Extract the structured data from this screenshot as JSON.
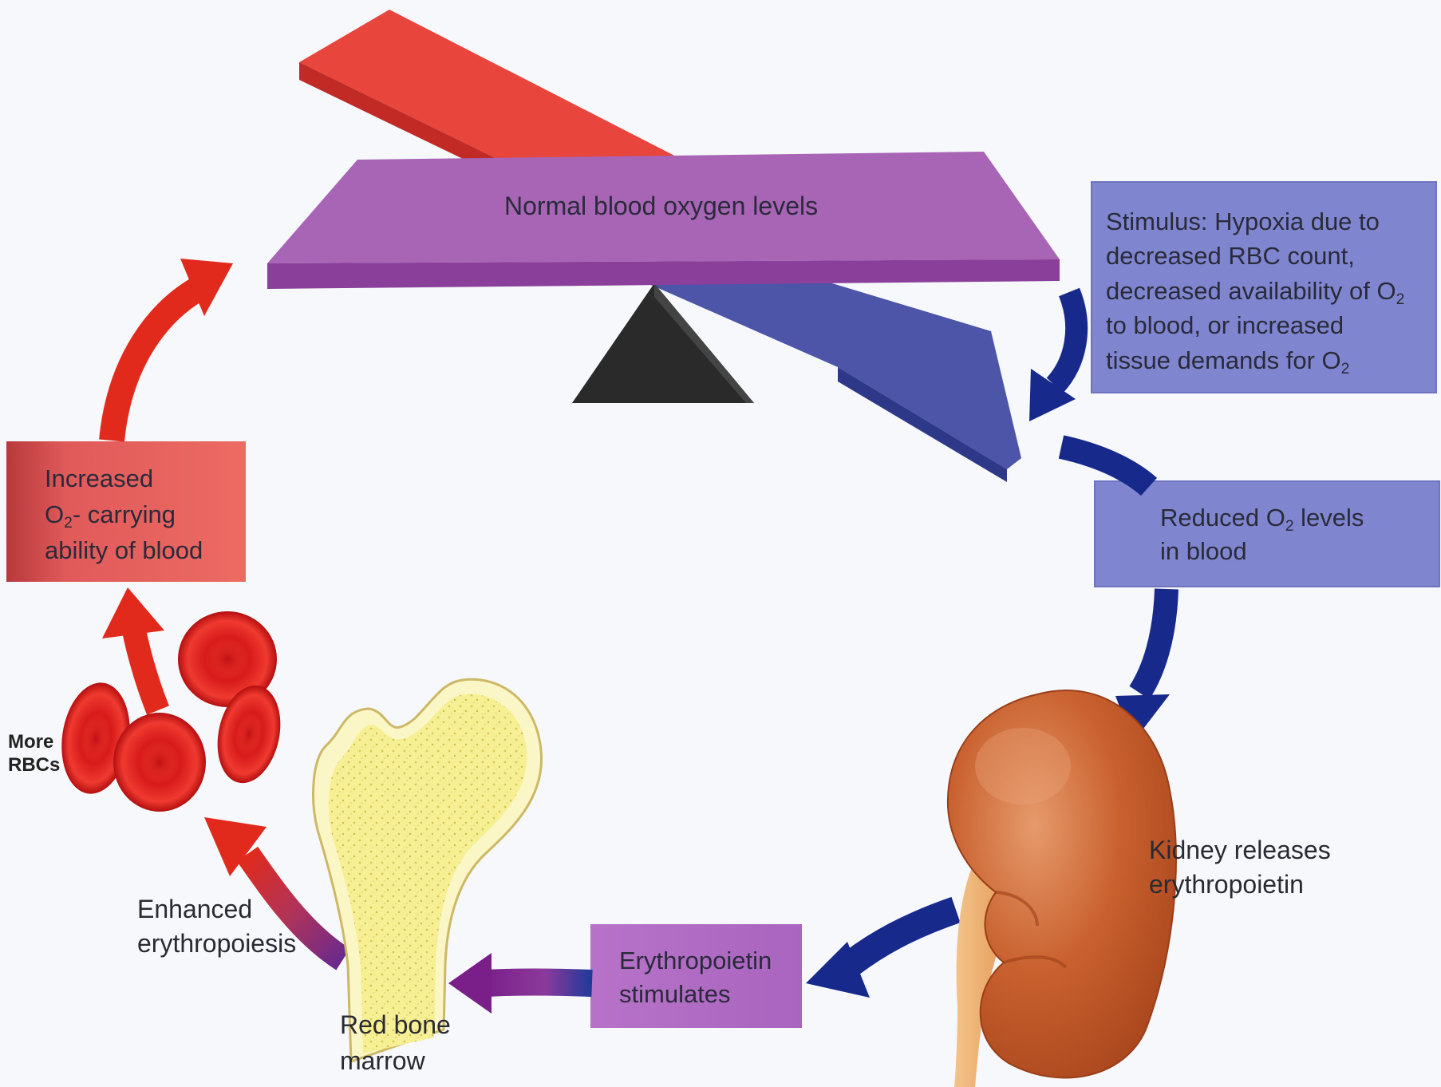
{
  "colors": {
    "background": "#f6f8fb",
    "red_plank": "#e5403a",
    "purple_plank": "#a764b4",
    "blue_plank": "#4b54a6",
    "fulcrum": "#2d2d2d",
    "stimulus_box": "#7f85cf",
    "red_box": "#e55d5c",
    "purple_box": "#b06ec4",
    "blue_arrow": "#172a8c",
    "red_arrow": "#e0261c",
    "kidney": "#c8602f",
    "bone_marrow": "#f5ee96",
    "rbc": "#d71a1a"
  },
  "icons": [
    "seesaw",
    "kidney",
    "bone",
    "red-blood-cells",
    "arrows"
  ],
  "balance": {
    "label": "Normal blood oxygen levels"
  },
  "stimulus": {
    "line1": "Stimulus: Hypoxia due to",
    "line2": "decreased RBC count,",
    "line3": "decreased availability of  O",
    "line3_sub": "2",
    "line4": "to blood, or increased",
    "line5": "tissue demands for O",
    "line5_sub": "2"
  },
  "reduced": {
    "line1": "Reduced O",
    "line1_sub": "2",
    "line1_end": " levels",
    "line2": "in blood"
  },
  "kidney": {
    "line1": "Kidney releases",
    "line2": "erythropoietin"
  },
  "epo": {
    "line1": "Erythropoietin",
    "line2": "stimulates"
  },
  "marrow": {
    "line1": "Red bone",
    "line2": "marrow"
  },
  "enhanced": {
    "line1": "Enhanced",
    "line2": "erythropoiesis"
  },
  "rbcs": {
    "line1": "More",
    "line2": "RBCs"
  },
  "increased": {
    "line1": "Increased",
    "line2": "O",
    "line2_sub": "2",
    "line2_end": "- carrying",
    "line3": "ability of blood"
  }
}
